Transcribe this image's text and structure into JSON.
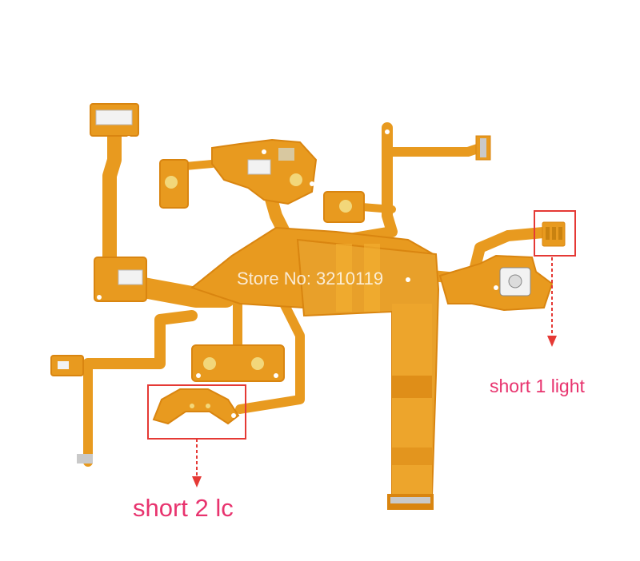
{
  "watermark": {
    "text": "Store No: 3210119"
  },
  "annotations": {
    "short1": "short 1 light",
    "short2": "short 2 lc"
  },
  "colors": {
    "flex": "#e89a1f",
    "flex_dark": "#d98510",
    "flex_light": "#f4b032",
    "annotation": "#e8336e",
    "callout_box": "#e53935",
    "pad_gold": "#f2d77a",
    "connector_white": "#f2f2f2",
    "background": "#ffffff"
  }
}
